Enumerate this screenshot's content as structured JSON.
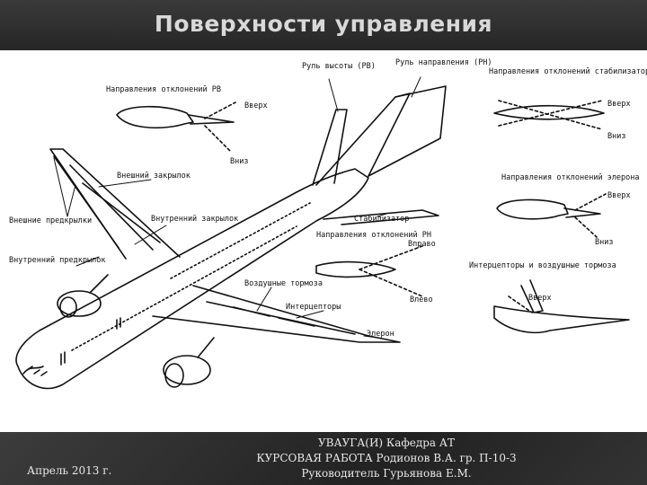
{
  "slide": {
    "title": "Поверхности управления",
    "labels": {
      "elevator_rv": "Руль высоты (РВ)",
      "rudder_rn": "Руль направления (РН)",
      "stabilizer_dir": "Направления отклонений стабилизатора",
      "rv_dir": "Направления отклонений РВ",
      "up": "Вверх",
      "down": "Вниз",
      "outer_flap": "Внешний закрылок",
      "inner_flap": "Внутренний закрылок",
      "outer_slats": "Внешние предкрылки",
      "inner_slat": "Внутренний предкрылок",
      "stabilizer": "Стабилизатор",
      "rn_dir": "Направления отклонений РН",
      "right": "Вправо",
      "left": "Влево",
      "aileron_dir": "Направления отклонений элерона",
      "spoilers_airbrakes": "Интерцепторы и воздушные тормоза",
      "airbrakes": "Воздушные тормоза",
      "spoilers": "Интерцепторы",
      "aileron": "Элерон"
    },
    "footer": {
      "date": "Апрель 2013 г.",
      "line1": "УВАУГА(И) Кафедра АТ",
      "line2": "КУРСОВАЯ РАБОТА Родионов В.А. гр. П-10-3",
      "line3": "Руководитель Гурьянова Е.М."
    }
  }
}
